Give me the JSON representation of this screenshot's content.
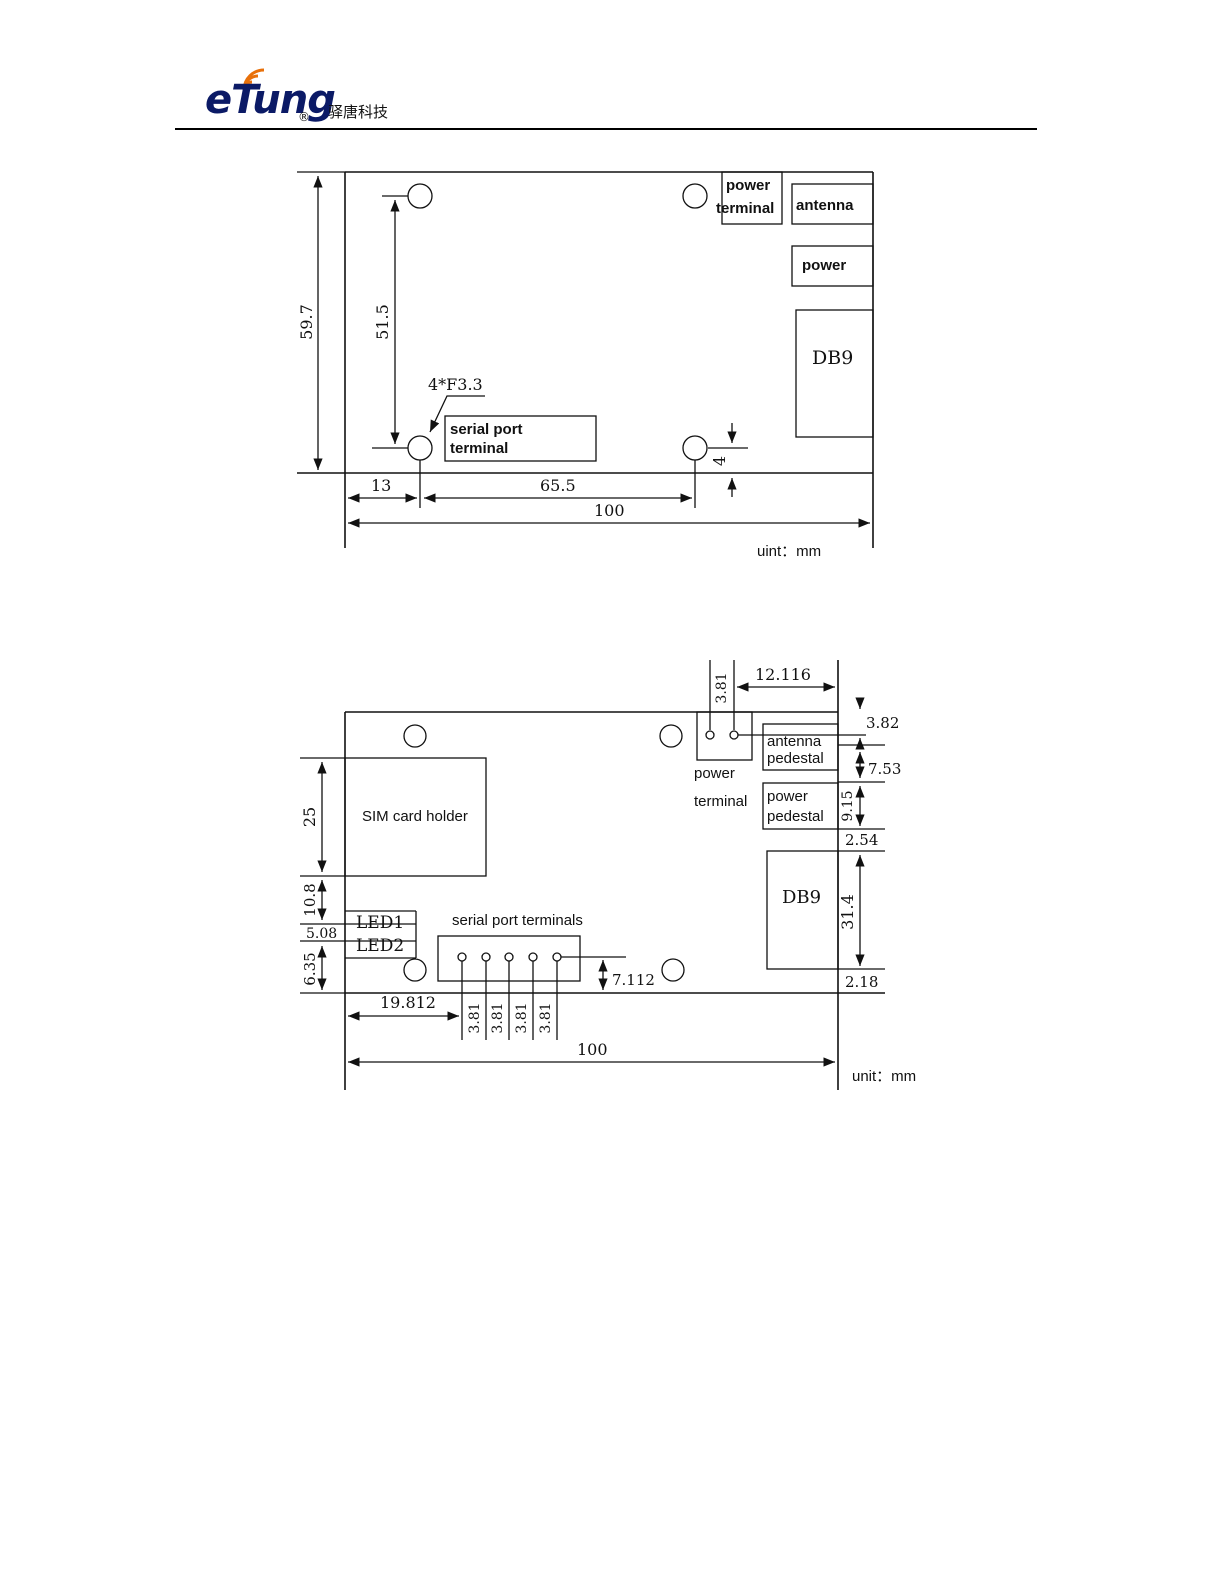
{
  "header": {
    "brand": "eTung",
    "registered": "®",
    "brand_cn": "驿唐科技"
  },
  "diagram1": {
    "dim_height": "59.7",
    "dim_hole_span_v": "51.5",
    "hole_spec": "4*F3.3",
    "serial_label_1": "serial port",
    "serial_label_2": "terminal",
    "power_terminal_1": "power",
    "power_terminal_2": "terminal",
    "antenna": "antenna",
    "power": "power",
    "db9": "DB9",
    "dim_13": "13",
    "dim_65_5": "65.5",
    "dim_100": "100",
    "dim_4": "4",
    "unit": "uint：mm"
  },
  "diagram2": {
    "dim_3_81_top": "3.81",
    "dim_12_116": "12.116",
    "dim_3_82": "3.82",
    "antenna_ped_1": "antenna",
    "antenna_ped_2": "pedestal",
    "dim_7_53": "7.53",
    "power_term_1": "power",
    "power_term_2": "terminal",
    "power_ped_1": "power",
    "power_ped_2": "pedestal",
    "dim_9_15": "9.15",
    "dim_2_54": "2.54",
    "db9": "DB9",
    "dim_31_4": "31.4",
    "dim_2_18": "2.18",
    "dim_25": "25",
    "sim_holder": "SIM card holder",
    "dim_10_8": "10.8",
    "led1": "LED1",
    "dim_5_08": "5.08",
    "led2": "LED2",
    "dim_6_35": "6.35",
    "serial_terms": "serial port terminals",
    "dim_7_112": "7.112",
    "dim_19_812": "19.812",
    "pitch": [
      "3.81",
      "3.81",
      "3.81",
      "3.81"
    ],
    "dim_100": "100",
    "unit": "unit：mm"
  }
}
